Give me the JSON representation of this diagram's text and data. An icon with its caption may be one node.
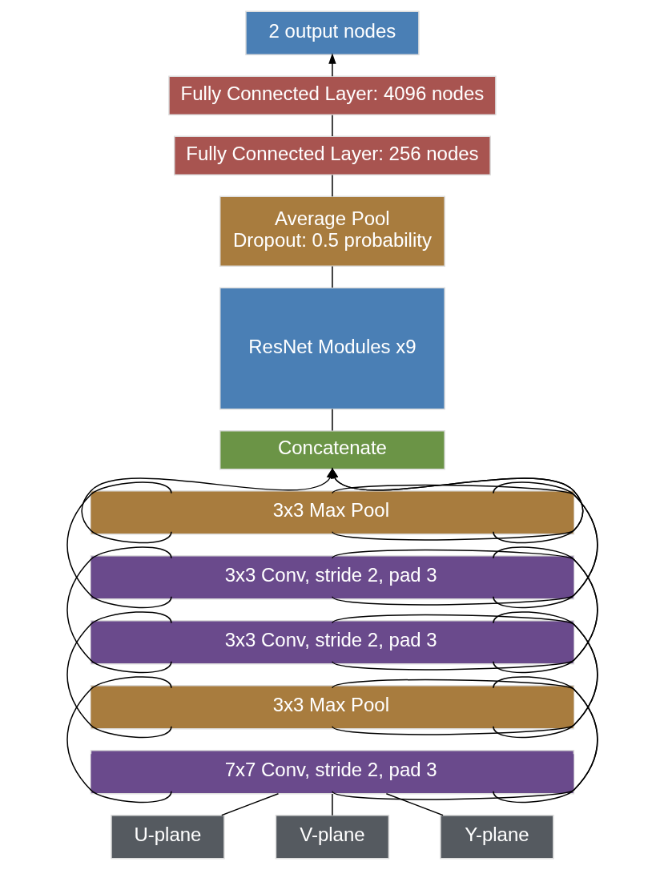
{
  "diagram": {
    "nodes": [
      {
        "text": [
          "2 output nodes"
        ]
      },
      {
        "text": [
          "Fully Connected Layer: 4096 nodes"
        ]
      },
      {
        "text": [
          "Fully Connected Layer: 256 nodes"
        ]
      },
      {
        "text": [
          "Average Pool",
          "Dropout: 0.5 probability"
        ]
      },
      {
        "text": [
          "ResNet Modules x9"
        ]
      },
      {
        "text": [
          "Concatenate"
        ]
      },
      {
        "text": [
          "3x3 Max Pool"
        ]
      },
      {
        "text": [
          "3x3 Conv, stride 2, pad 3"
        ]
      },
      {
        "text": [
          "3x3 Conv, stride 2, pad 3"
        ]
      },
      {
        "text": [
          "3x3 Max Pool"
        ]
      },
      {
        "text": [
          "7x7 Conv, stride 2, pad 3"
        ]
      },
      {
        "text": [
          "U-plane"
        ]
      },
      {
        "text": [
          "V-plane"
        ]
      },
      {
        "text": [
          "Y-plane"
        ]
      }
    ],
    "edges": [
      {
        "from": 11,
        "to": 10,
        "arrow": "none"
      },
      {
        "from": 12,
        "to": 10,
        "arrow": "none"
      },
      {
        "from": 13,
        "to": 10,
        "arrow": "none"
      },
      {
        "from": 10,
        "to": 9,
        "arrow": "none"
      },
      {
        "from": 10,
        "to": 9,
        "arrow": "none"
      },
      {
        "from": 10,
        "to": 9,
        "arrow": "none"
      },
      {
        "from": 9,
        "to": 8,
        "arrow": "none"
      },
      {
        "from": 9,
        "to": 8,
        "arrow": "none"
      },
      {
        "from": 9,
        "to": 8,
        "arrow": "none"
      },
      {
        "from": 8,
        "to": 7,
        "arrow": "none"
      },
      {
        "from": 8,
        "to": 7,
        "arrow": "none"
      },
      {
        "from": 8,
        "to": 7,
        "arrow": "none"
      },
      {
        "from": 7,
        "to": 6,
        "arrow": "none"
      },
      {
        "from": 7,
        "to": 6,
        "arrow": "none"
      },
      {
        "from": 7,
        "to": 6,
        "arrow": "none"
      },
      {
        "from": 6,
        "to": 5,
        "arrow": "to"
      },
      {
        "from": 6,
        "to": 5,
        "arrow": "to"
      },
      {
        "from": 6,
        "to": 5,
        "arrow": "to"
      },
      {
        "from": 5,
        "to": 4,
        "arrow": "none"
      },
      {
        "from": 4,
        "to": 3,
        "arrow": "none"
      },
      {
        "from": 3,
        "to": 2,
        "arrow": "none"
      },
      {
        "from": 2,
        "to": 1,
        "arrow": "none"
      },
      {
        "from": 1,
        "to": 0,
        "arrow": "to"
      }
    ]
  }
}
